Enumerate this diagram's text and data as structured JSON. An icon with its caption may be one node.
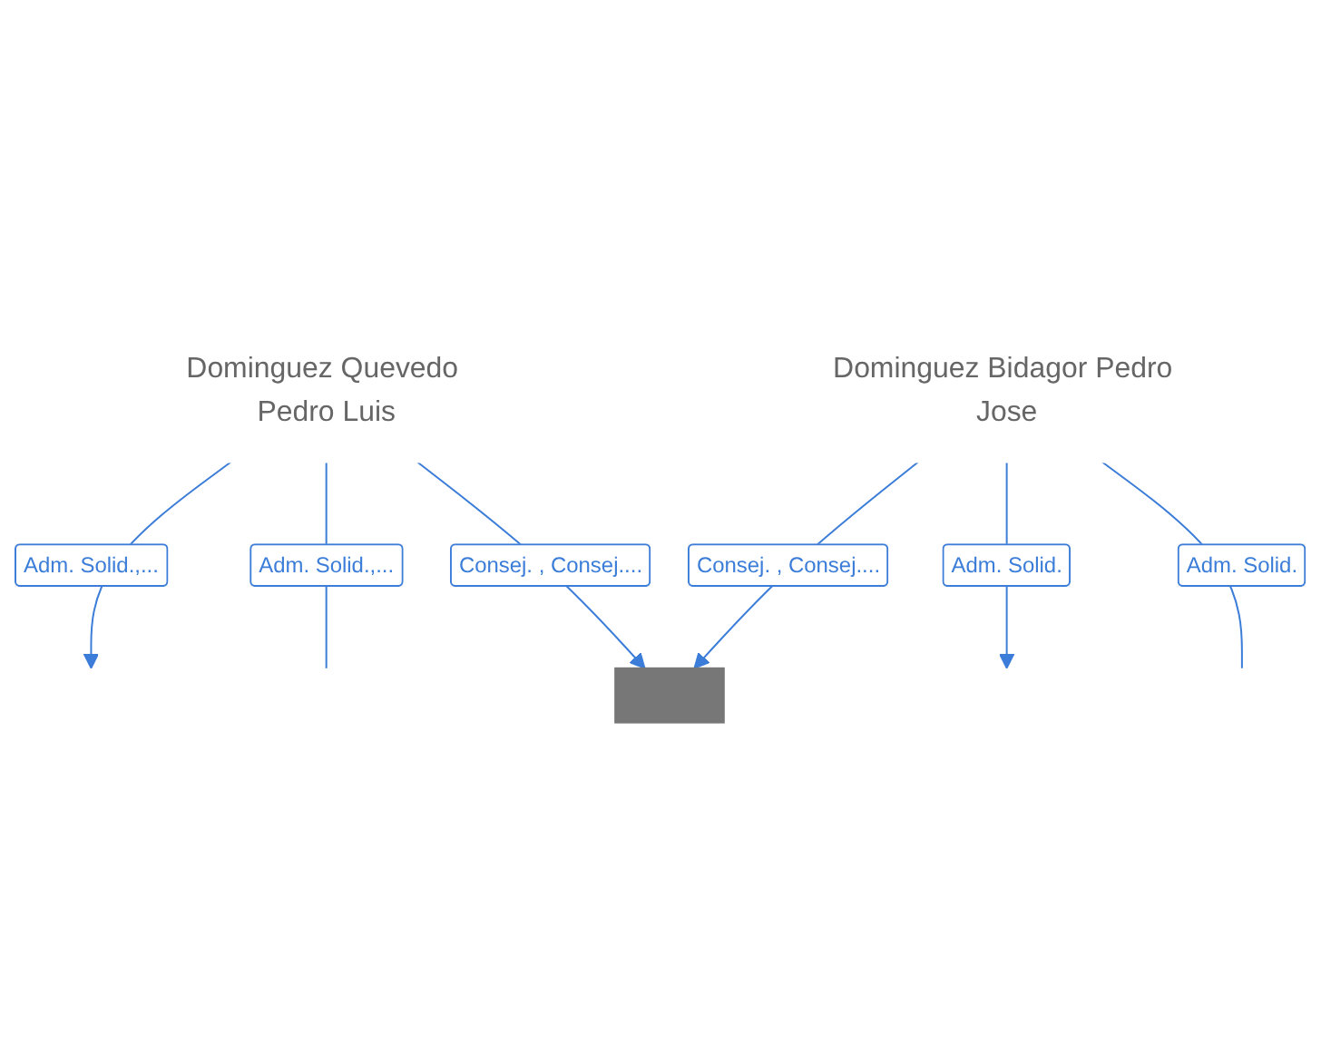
{
  "diagram": {
    "nodes": [
      {
        "text": [
          "Dominguez Quevedo Pedro Luis"
        ]
      },
      {
        "text": [
          "Dominguez Bidagor Pedro Jose"
        ]
      },
      {
        "text": [],
        "shape": "box"
      }
    ],
    "edges": [
      {
        "from": 0,
        "to": null,
        "arrow": "to",
        "label": "Adm. Solid.,..."
      },
      {
        "from": 0,
        "to": null,
        "arrow": "none",
        "label": "Adm. Solid.,..."
      },
      {
        "from": 0,
        "to": 2,
        "arrow": "to",
        "label": "Consej. , Consej...."
      },
      {
        "from": 1,
        "to": null,
        "arrow": "to",
        "label": "Adm. Solid."
      },
      {
        "from": 1,
        "to": null,
        "arrow": "none",
        "label": "Adm. Solid."
      },
      {
        "from": 1,
        "to": 2,
        "arrow": "to",
        "label": "Consej. , Consej...."
      }
    ]
  }
}
